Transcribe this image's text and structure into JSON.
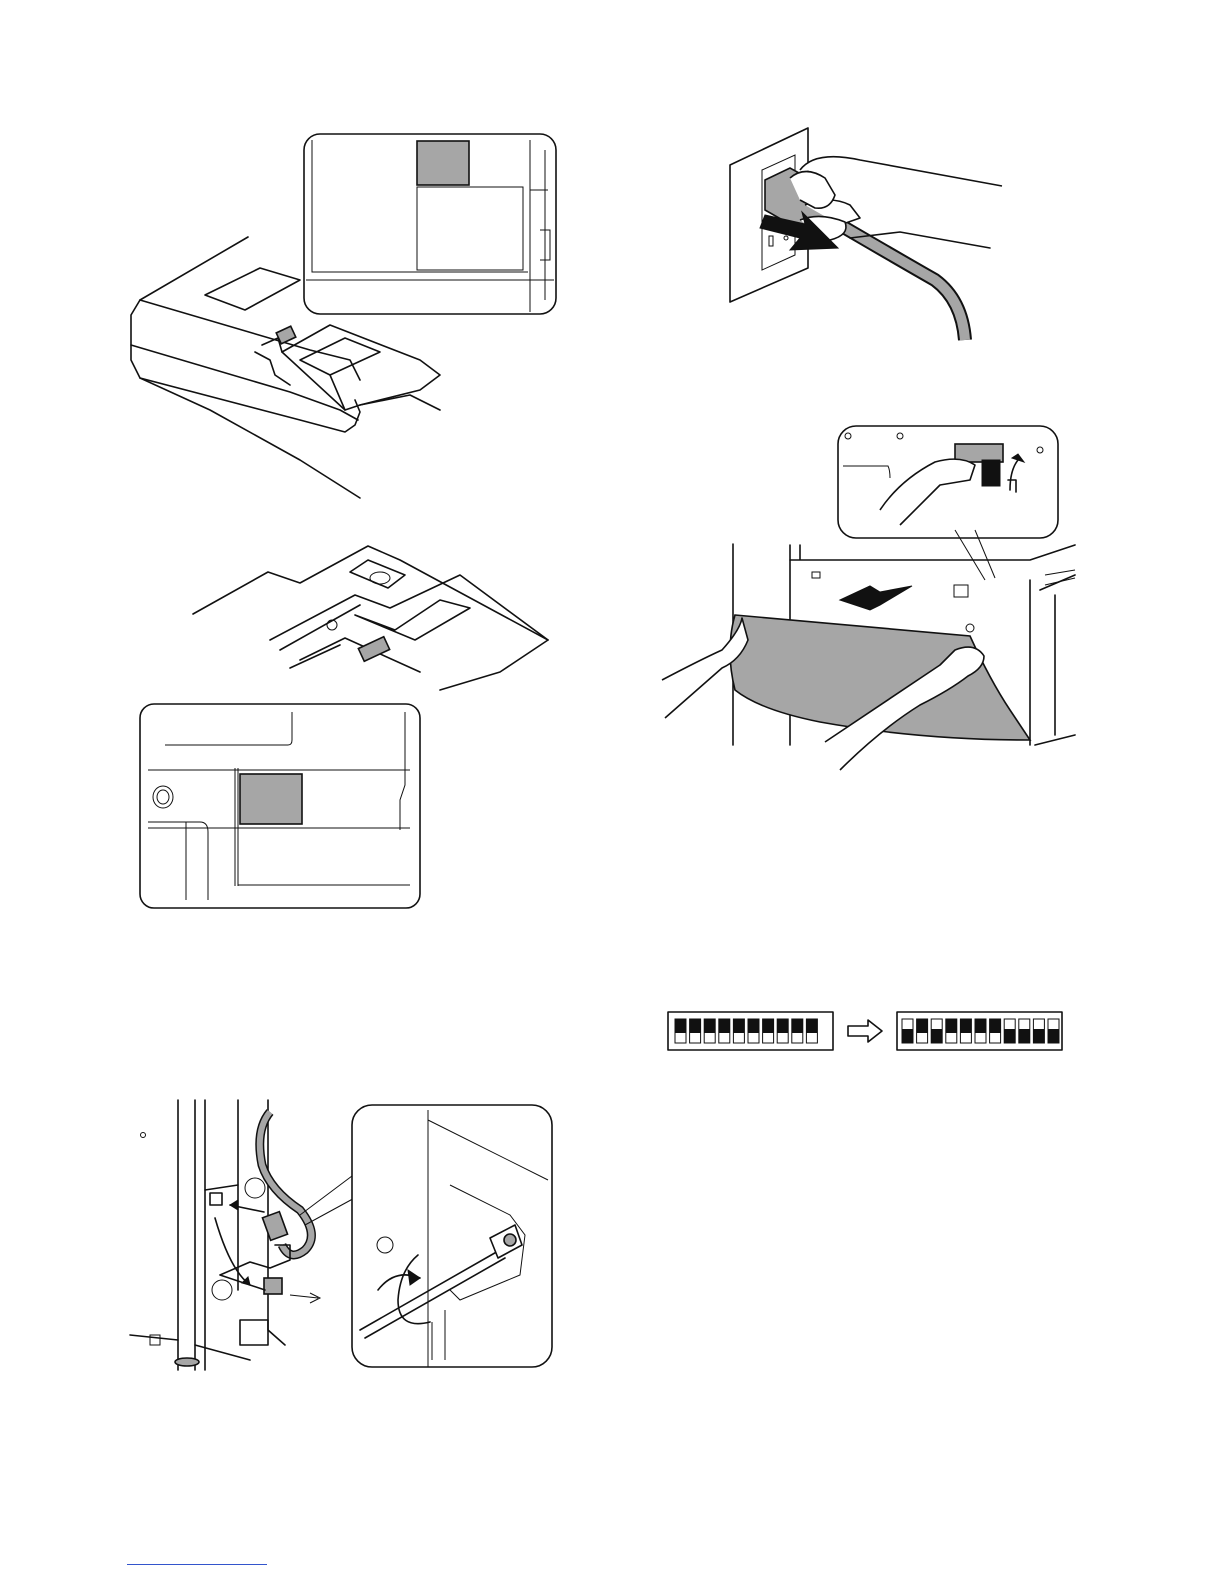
{
  "figures": [
    {
      "id": "fig-1",
      "icon": "document-feeder-detail-illustration"
    },
    {
      "id": "fig-2",
      "icon": "platen-glass-detail-illustration"
    },
    {
      "id": "fig-3",
      "icon": "power-cord-connection-illustration"
    },
    {
      "id": "fig-4",
      "icon": "power-plug-outlet-illustration"
    },
    {
      "id": "fig-5",
      "icon": "front-cover-removal-illustration"
    },
    {
      "id": "fig-6",
      "icon": "dip-switch-setting-illustration"
    }
  ],
  "dip_switch": {
    "before": [
      1,
      1,
      1,
      1,
      1,
      1,
      1,
      1,
      1,
      1
    ],
    "after": [
      0,
      1,
      0,
      1,
      1,
      1,
      1,
      0,
      0,
      0,
      0
    ],
    "fill_color": "#111111"
  },
  "colors": {
    "highlight_gray": "#a6a6a6",
    "footer_rule": "#3355cc"
  }
}
